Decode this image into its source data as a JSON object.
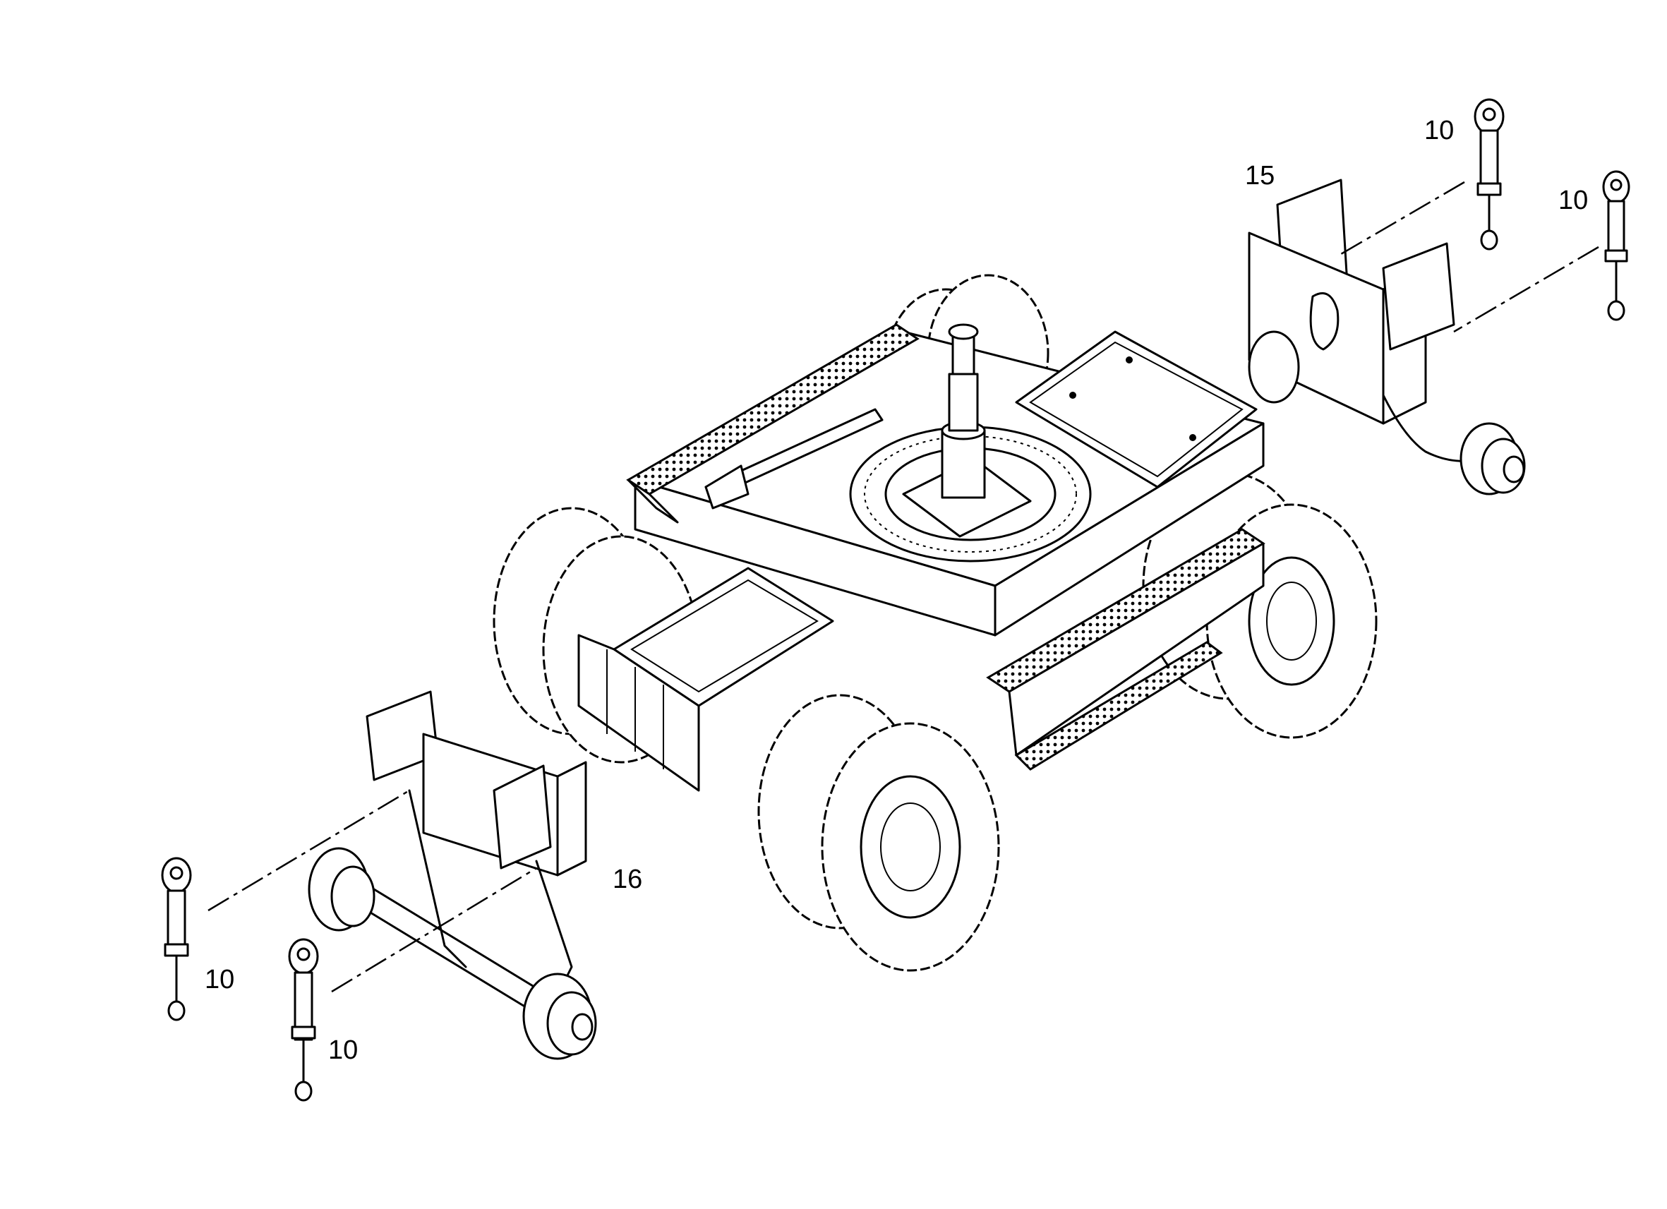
{
  "callouts": {
    "top_right_cylinder_a": "10",
    "top_right_cylinder_b": "10",
    "rear_axle_assembly": "15",
    "front_axle_assembly": "16",
    "bottom_left_cylinder_a": "10",
    "bottom_left_cylinder_b": "10"
  }
}
